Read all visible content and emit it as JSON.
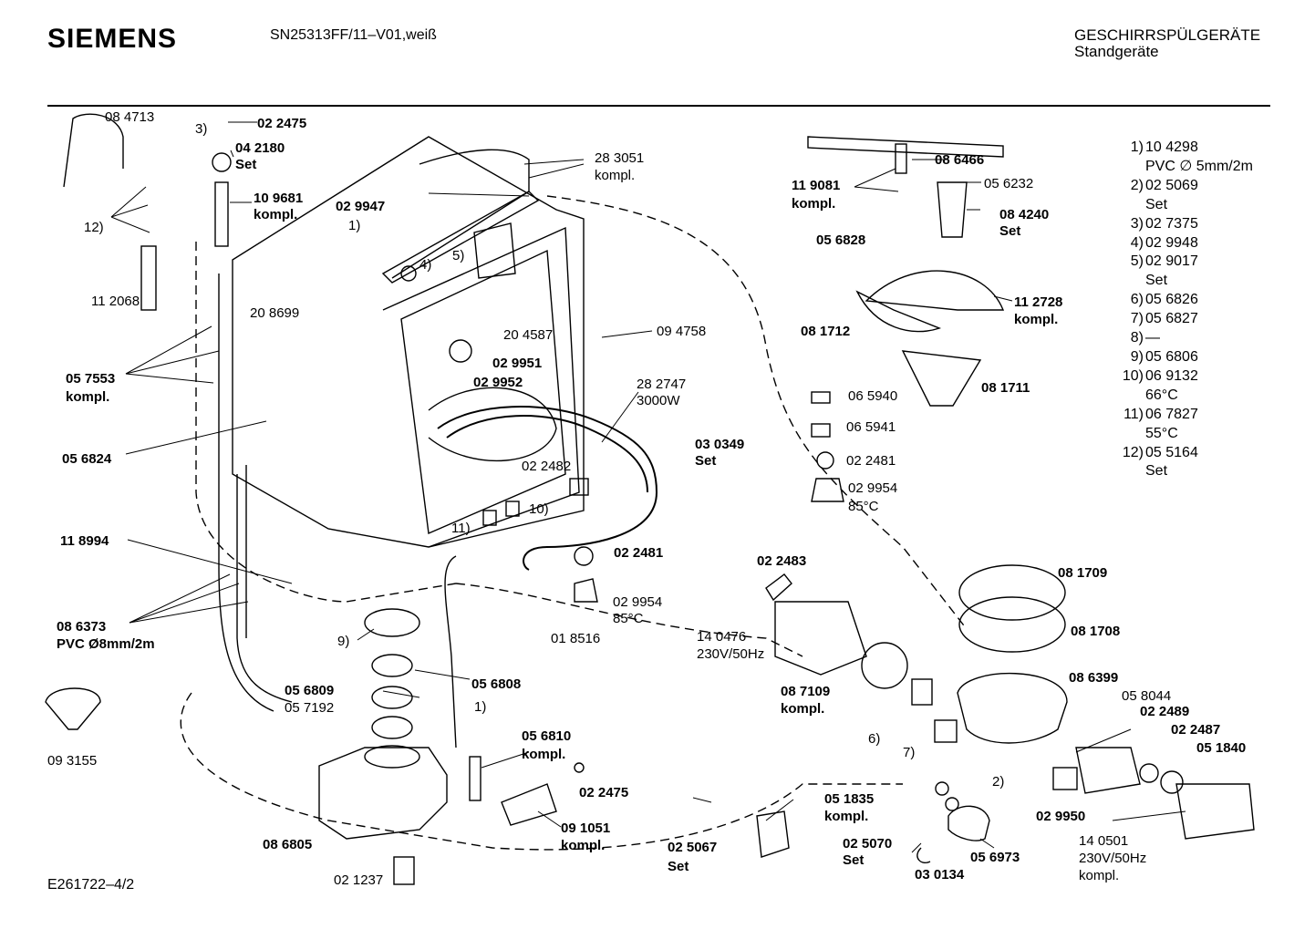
{
  "header": {
    "brand": "SIEMENS",
    "model": "SN25313FF/11–V01,weiß",
    "category_line1": "GESCHIRRSPÜLGERÄTE",
    "category_line2": "Standgeräte"
  },
  "footer": {
    "drawing_id": "E261722–4/2"
  },
  "legend": [
    {
      "num": "1)",
      "lines": [
        "10 4298",
        "PVC ∅ 5mm/2m"
      ]
    },
    {
      "num": "2)",
      "lines": [
        "02 5069",
        "Set"
      ]
    },
    {
      "num": "3)",
      "lines": [
        "02 7375"
      ]
    },
    {
      "num": "4)",
      "lines": [
        "02 9948"
      ]
    },
    {
      "num": "5)",
      "lines": [
        "02 9017",
        "Set"
      ]
    },
    {
      "num": "6)",
      "lines": [
        "05 6826"
      ]
    },
    {
      "num": "7)",
      "lines": [
        "05 6827"
      ]
    },
    {
      "num": "8)",
      "lines": [
        "—"
      ]
    },
    {
      "num": "9)",
      "lines": [
        "05 6806"
      ]
    },
    {
      "num": "10)",
      "lines": [
        "06 9132",
        "66°C"
      ]
    },
    {
      "num": "11)",
      "lines": [
        "06 7827",
        "55°C"
      ]
    },
    {
      "num": "12)",
      "lines": [
        "05 5164",
        "Set"
      ]
    }
  ],
  "labels": {
    "p084713": "08 4713",
    "p022475a": "02 2475",
    "p042180": "04 2180",
    "set": "Set",
    "kompl": "kompl.",
    "p109681": "10 9681",
    "p283051": "28 3051",
    "p029947": "02 9947",
    "p112068": "11 2068",
    "p208699": "20 8699",
    "p204587": "20 4587",
    "p094758": "09 4758",
    "p029951": "02 9951",
    "p029952": "02 9952",
    "p282747": "28 2747",
    "w3000": "3000W",
    "p057553": "05 7553",
    "p056824": "05 6824",
    "p022482": "02 2482",
    "p030349": "03 0349",
    "p118994": "11 8994",
    "p022481": "02 2481",
    "p029954": "02 9954",
    "c85": "85°C",
    "p086373": "08 6373",
    "pvc8": "PVC Ø8mm/2m",
    "p018516": "01 8516",
    "p056808": "05 6808",
    "p056809": "05 6809",
    "p057192": "05 7192",
    "p093155": "09 3155",
    "p056810": "05 6810",
    "p022475b": "02 2475",
    "p091051": "09 1051",
    "p086805": "08 6805",
    "p021237": "02 1237",
    "p119081": "11 9081",
    "p086466": "08 6466",
    "p056232": "05 6232",
    "p084240": "08 4240",
    "p056828": "05 6828",
    "p112728": "11 2728",
    "p081712": "08 1712",
    "p081711": "08 1711",
    "p065940": "06 5940",
    "p065941": "06 5941",
    "p022483": "02 2483",
    "p140476": "14 0476",
    "v230": "230V/50Hz",
    "p087109": "08 7109",
    "p081709": "08 1709",
    "p081708": "08 1708",
    "p086399": "08 6399",
    "p058044": "05 8044",
    "p022489": "02 2489",
    "p022487": "02 2487",
    "p051840": "05 1840",
    "p051835": "05 1835",
    "p025067": "02 5067",
    "p025070": "02 5070",
    "p030134": "03 0134",
    "p056973": "05 6973",
    "p029950": "02 9950",
    "p140501": "14 0501",
    "n1": "1)",
    "n2": "2)",
    "n3": "3)",
    "n4": "4)",
    "n5": "5)",
    "n6": "6)",
    "n7": "7)",
    "n9": "9)",
    "n10": "10)",
    "n11": "11)",
    "n12": "12)"
  }
}
